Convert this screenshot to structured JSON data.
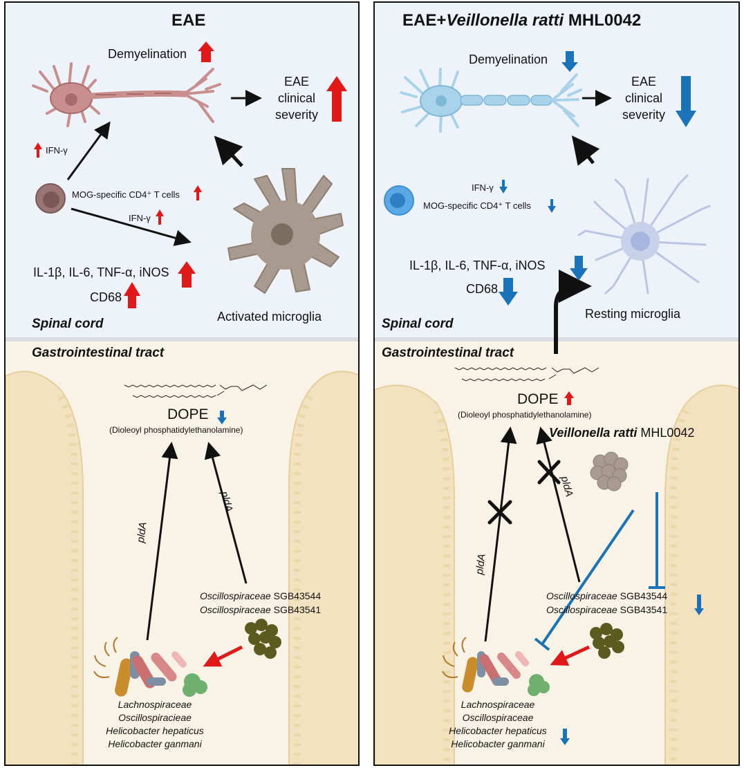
{
  "colors": {
    "up_arrow": "#e01818",
    "down_arrow": "#1a73b8",
    "eae_neuron": "#c98e8e",
    "vr_neuron": "#a9d3ea",
    "activated_microglia": "#a89a8e",
    "resting_microglia": "#c7d2ea",
    "spinal_bg": "#eef3f9",
    "gut_bg": "#f8f3e6"
  },
  "left": {
    "title": "EAE",
    "demyelination": "Demyelination",
    "eae_clinical_severity": [
      "EAE",
      "clinical",
      "severity"
    ],
    "ifn_gamma": "IFN-γ",
    "tcells": "MOG-specific CD4⁺ T cells",
    "cytokines": "IL-1β, IL-6, TNF-α, iNOS",
    "cd68": "CD68",
    "microglia": "Activated microglia",
    "spinal_cord": "Spinal cord",
    "gi_tract": "Gastrointestinal tract",
    "dope": "DOPE",
    "dope_full": "(Dioleoyl phosphatidylethanolamine)",
    "plda": "pldA",
    "oscillo_a": "Oscillospiraceae",
    "sgb_a": "SGB43544",
    "oscillo_b": "Oscillospiraceae",
    "sgb_b": "SGB43541",
    "taxa": [
      "Lachnospiraceae",
      "Oscillospiracieae",
      "Helicobacter hepaticus",
      "Helicobacter ganmani"
    ]
  },
  "right": {
    "title_prefix": "EAE+",
    "title_species": "Veillonella ratti",
    "title_strain": " MHL0042",
    "demyelination": "Demyelination",
    "eae_clinical_severity": [
      "EAE",
      "clinical",
      "severity"
    ],
    "ifn_gamma": "IFN-γ",
    "tcells": "MOG-specific CD4⁺ T cells",
    "cytokines": "IL-1β, IL-6, TNF-α, iNOS",
    "cd68": "CD68",
    "microglia": "Resting microglia",
    "spinal_cord": "Spinal cord",
    "gi_tract": "Gastrointestinal tract",
    "dope": "DOPE",
    "dope_full": "(Dioleoyl phosphatidylethanolamine)",
    "veillonella_species": "Veillonella ratti",
    "veillonella_strain": " MHL0042",
    "plda": "pldA",
    "oscillo_a": "Oscillospiraceae",
    "sgb_a": "SGB43544",
    "oscillo_b": "Oscillospiraceae",
    "sgb_b": "SGB43541",
    "taxa": [
      "Lachnospiraceae",
      "Oscillospiraceae",
      "Helicobacter hepaticus",
      "Helicobacter ganmani"
    ]
  }
}
